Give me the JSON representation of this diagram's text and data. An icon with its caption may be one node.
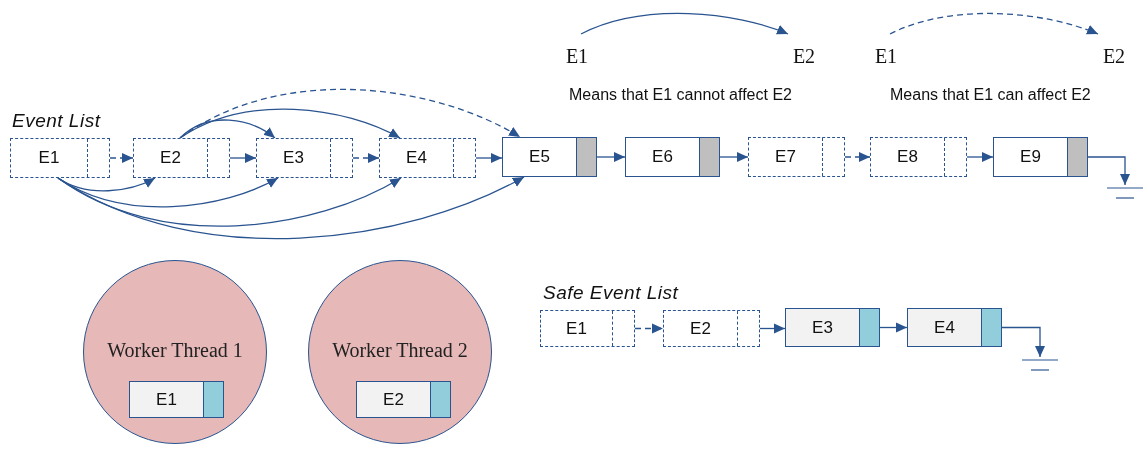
{
  "diagram": {
    "nodes": [
      {
        "text": [
          "E1"
        ]
      },
      {
        "text": [
          "E2"
        ]
      },
      {
        "text": [
          "E3"
        ]
      },
      {
        "text": [
          "E4"
        ]
      },
      {
        "text": [
          "E5"
        ]
      },
      {
        "text": [
          "E6"
        ]
      },
      {
        "text": [
          "E7"
        ]
      },
      {
        "text": [
          "E8"
        ]
      },
      {
        "text": [
          "E9"
        ]
      },
      {
        "text": [],
        "shape": "ground"
      },
      {
        "text": [
          "E1"
        ]
      },
      {
        "text": [
          "E2"
        ]
      },
      {
        "text": [
          "E1"
        ]
      },
      {
        "text": [
          "E2"
        ]
      },
      {
        "text": [
          "Worker Thread 1"
        ]
      },
      {
        "text": [
          "E1"
        ],
        "in": 14
      },
      {
        "text": [
          "Worker Thread 2"
        ]
      },
      {
        "text": [
          "E2"
        ],
        "in": 16
      },
      {
        "text": [
          "E1"
        ]
      },
      {
        "text": [
          "E2"
        ]
      },
      {
        "text": [
          "E3"
        ]
      },
      {
        "text": [
          "E4"
        ]
      },
      {
        "text": [],
        "shape": "ground"
      }
    ],
    "edges": [
      {
        "from": 0,
        "to": 1,
        "arrow": "to",
        "style": "dashed"
      },
      {
        "from": 1,
        "to": 2,
        "arrow": "to"
      },
      {
        "from": 2,
        "to": 3,
        "arrow": "to",
        "style": "dashed"
      },
      {
        "from": 3,
        "to": 4,
        "arrow": "to"
      },
      {
        "from": 4,
        "to": 5,
        "arrow": "to"
      },
      {
        "from": 5,
        "to": 6,
        "arrow": "to"
      },
      {
        "from": 6,
        "to": 7,
        "arrow": "to",
        "style": "dashed"
      },
      {
        "from": 7,
        "to": 8,
        "arrow": "to"
      },
      {
        "from": 8,
        "to": 9,
        "arrow": "to"
      },
      {
        "from": 0,
        "to": 1,
        "arrow": "to"
      },
      {
        "from": 0,
        "to": 2,
        "arrow": "to"
      },
      {
        "from": 0,
        "to": 3,
        "arrow": "to"
      },
      {
        "from": 0,
        "to": 4,
        "arrow": "to"
      },
      {
        "from": 1,
        "to": 2,
        "arrow": "to"
      },
      {
        "from": 1,
        "to": 3,
        "arrow": "to"
      },
      {
        "from": 1,
        "to": 4,
        "arrow": "to",
        "style": "dashed"
      },
      {
        "from": 10,
        "to": 11,
        "arrow": "to"
      },
      {
        "from": 12,
        "to": 13,
        "arrow": "to",
        "style": "dashed"
      },
      {
        "from": 18,
        "to": 19,
        "arrow": "to",
        "style": "dashed"
      },
      {
        "from": 19,
        "to": 20,
        "arrow": "to"
      },
      {
        "from": 20,
        "to": 21,
        "arrow": "to"
      },
      {
        "from": 21,
        "to": 22,
        "arrow": "to"
      }
    ],
    "labels": [
      "Means that E1 cannot affect E2",
      "Means that E1 can affect E2",
      "Event List",
      "Safe Event List"
    ]
  }
}
